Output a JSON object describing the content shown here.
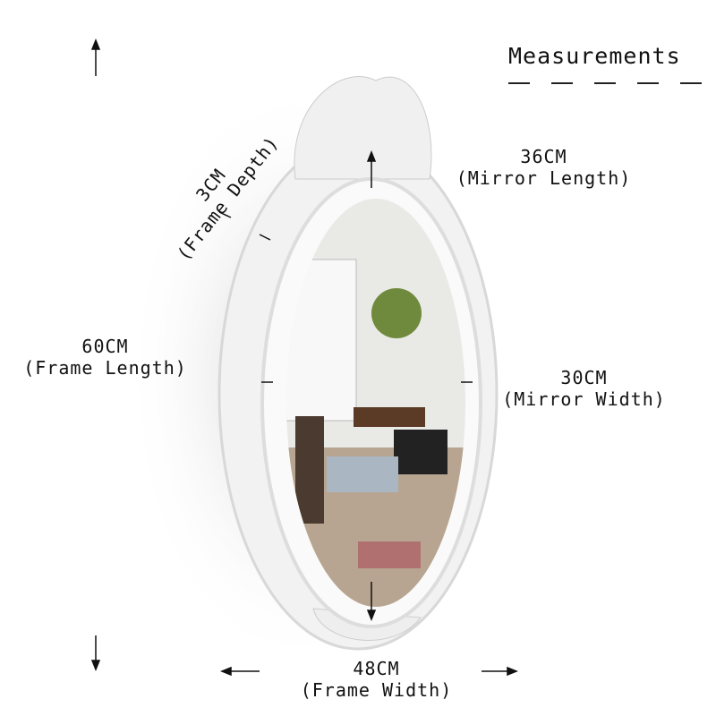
{
  "title": "Measurements",
  "labels": {
    "frame_depth": {
      "value": "3CM",
      "name": "(Frame Depth)"
    },
    "mirror_length": {
      "value": "36CM",
      "name": "(Mirror Length)"
    },
    "frame_length": {
      "value": "60CM",
      "name": "(Frame Length)"
    },
    "mirror_width": {
      "value": "30CM",
      "name": "(Mirror Width)"
    },
    "frame_width": {
      "value": "48CM",
      "name": "(Frame Width)"
    }
  },
  "colors": {
    "frame": "#f4f4f4",
    "text": "#111111"
  }
}
